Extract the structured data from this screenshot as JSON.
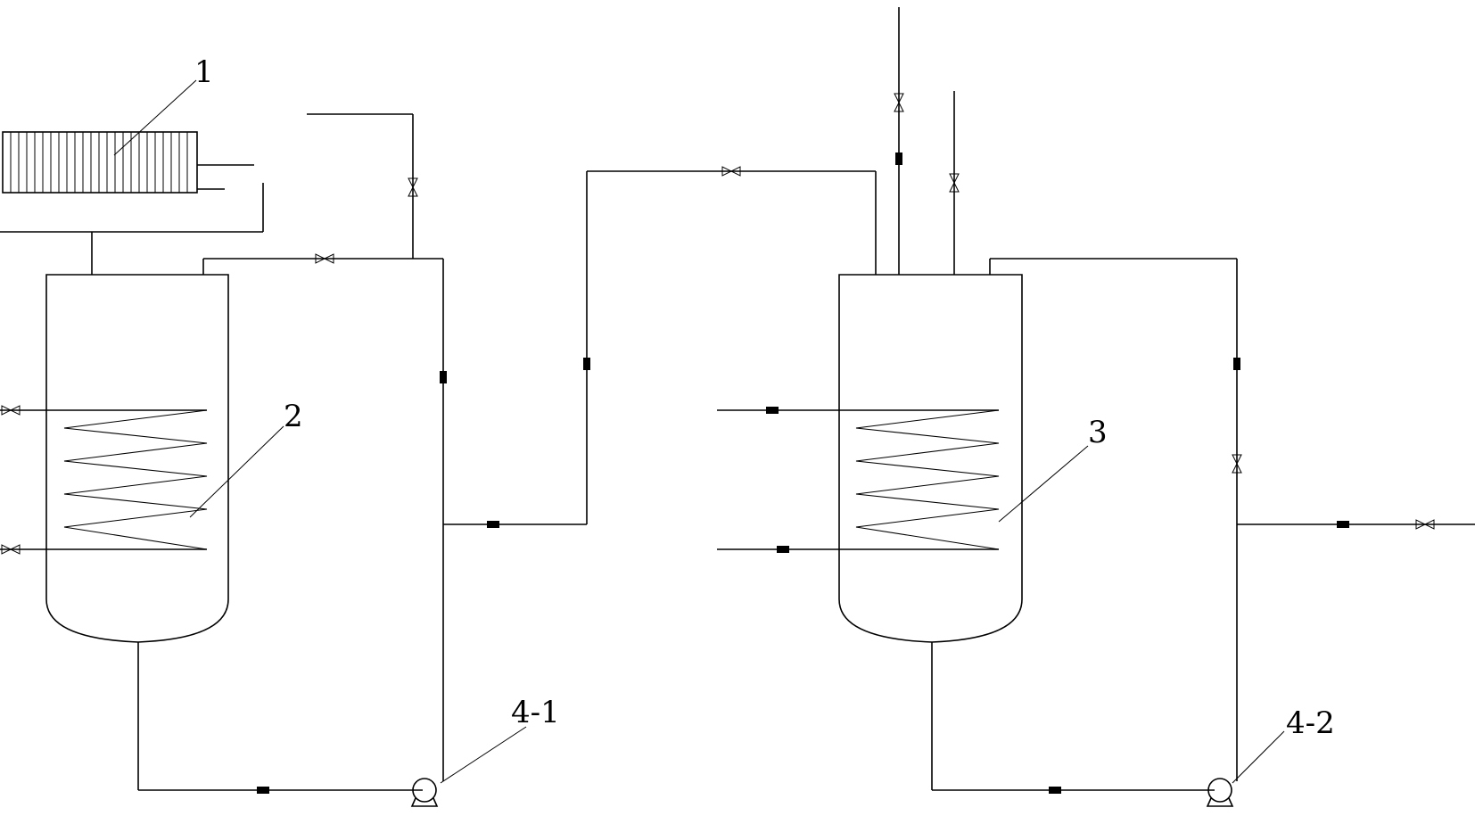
{
  "labels": {
    "condenser": "1",
    "reactor_left": "2",
    "reactor_right": "3",
    "pump_left": "4-1",
    "pump_right": "4-2"
  }
}
